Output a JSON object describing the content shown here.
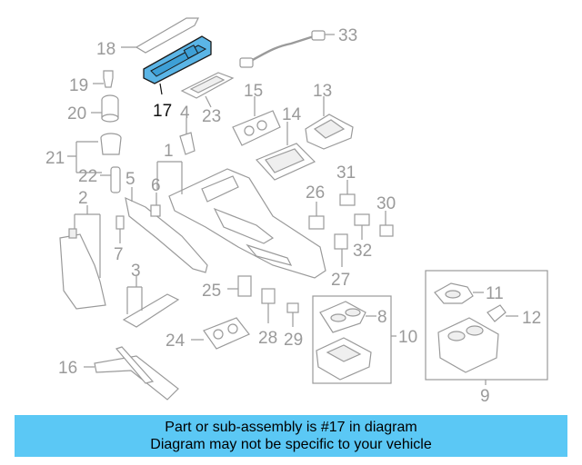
{
  "callouts": {
    "c1": "1",
    "c2": "2",
    "c3": "3",
    "c4": "4",
    "c5": "5",
    "c6": "6",
    "c7": "7",
    "c8": "8",
    "c9": "9",
    "c10": "10",
    "c11": "11",
    "c12": "12",
    "c13": "13",
    "c14": "14",
    "c15": "15",
    "c16": "16",
    "c17": "17",
    "c18": "18",
    "c19": "19",
    "c20": "20",
    "c21": "21",
    "c22": "22",
    "c23": "23",
    "c24": "24",
    "c25": "25",
    "c26": "26",
    "c27": "27",
    "c28": "28",
    "c29": "29",
    "c30": "30",
    "c31": "31",
    "c32": "32",
    "c33": "33"
  },
  "highlight": {
    "part_number": "17",
    "color": "#5bb5e6"
  },
  "banner": {
    "line1": "Part or sub-assembly is #17 in diagram",
    "line2": "Diagram may not be specific to your vehicle",
    "color": "#5bc8f5"
  }
}
